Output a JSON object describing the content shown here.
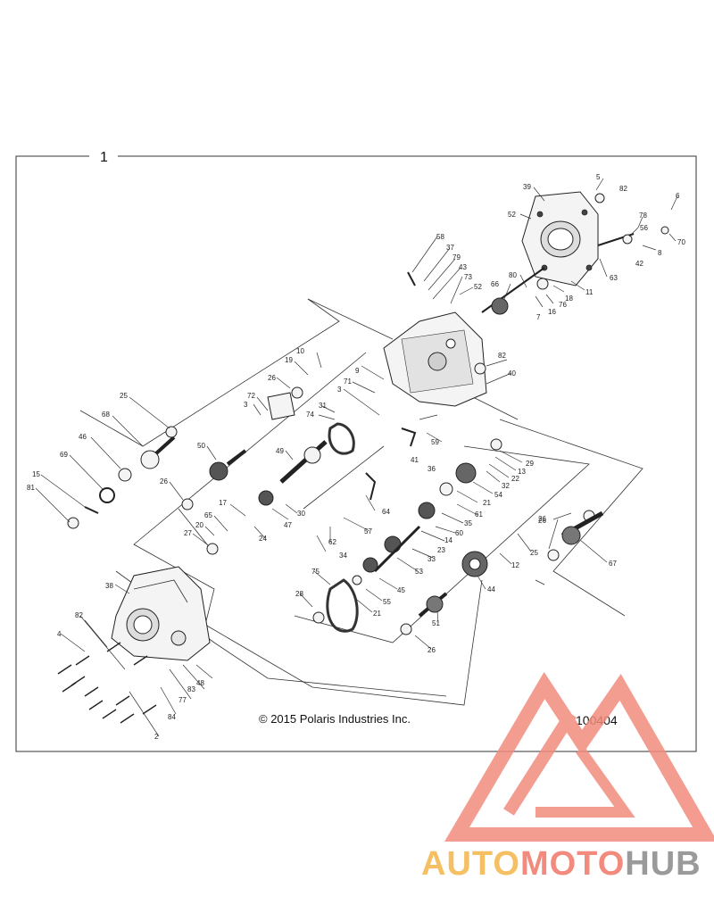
{
  "diagram": {
    "assembly_number": "1",
    "copyright": "© 2015 Polaris Industries Inc.",
    "figure_number": "100404",
    "callouts": {
      "c1": "1",
      "c2": "2",
      "c3": "3",
      "c3b": "3",
      "c4": "4",
      "c5": "5",
      "c6": "6",
      "c7": "7",
      "c8": "8",
      "c9": "9",
      "c10": "10",
      "c11": "11",
      "c12": "12",
      "c13": "13",
      "c14": "14",
      "c15": "15",
      "c16": "16",
      "c17": "17",
      "c18": "18",
      "c19": "19",
      "c20": "20",
      "c21": "21",
      "c21b": "21",
      "c22": "22",
      "c23": "23",
      "c24": "24",
      "c25": "25",
      "c25b": "25",
      "c26a": "26",
      "c26b": "26",
      "c26c": "26",
      "c26d": "26",
      "c26e": "26",
      "c27": "27",
      "c28": "28",
      "c29": "29",
      "c30": "30",
      "c31": "31",
      "c32": "32",
      "c33": "33",
      "c34": "34",
      "c35": "35",
      "c36": "36",
      "c37": "37",
      "c38": "38",
      "c39": "39",
      "c40": "40",
      "c41": "41",
      "c42": "42",
      "c43": "43",
      "c44": "44",
      "c45": "45",
      "c46": "46",
      "c47": "47",
      "c48": "48",
      "c49": "49",
      "c50": "50",
      "c51": "51",
      "c52": "52",
      "c52b": "52",
      "c53": "53",
      "c54": "54",
      "c55": "55",
      "c56": "56",
      "c57": "57",
      "c58": "58",
      "c59": "59",
      "c60": "60",
      "c61": "61",
      "c62": "62",
      "c63": "63",
      "c64": "64",
      "c65": "65",
      "c66": "66",
      "c67": "67",
      "c68": "68",
      "c69": "69",
      "c70": "70",
      "c71": "71",
      "c72": "72",
      "c73": "73",
      "c74": "74",
      "c75": "75",
      "c76": "76",
      "c77": "77",
      "c78": "78",
      "c79": "79",
      "c80": "80",
      "c81": "81",
      "c82a": "82",
      "c82b": "82",
      "c82c": "82",
      "c83": "83",
      "c84": "84"
    }
  },
  "watermark": {
    "part1": "AUTO",
    "part2": "MOTO",
    "part3": "HUB",
    "color_primary": "#f28b7d",
    "color_secondary": "#f5c063",
    "color_gray": "#9a9a9a"
  }
}
